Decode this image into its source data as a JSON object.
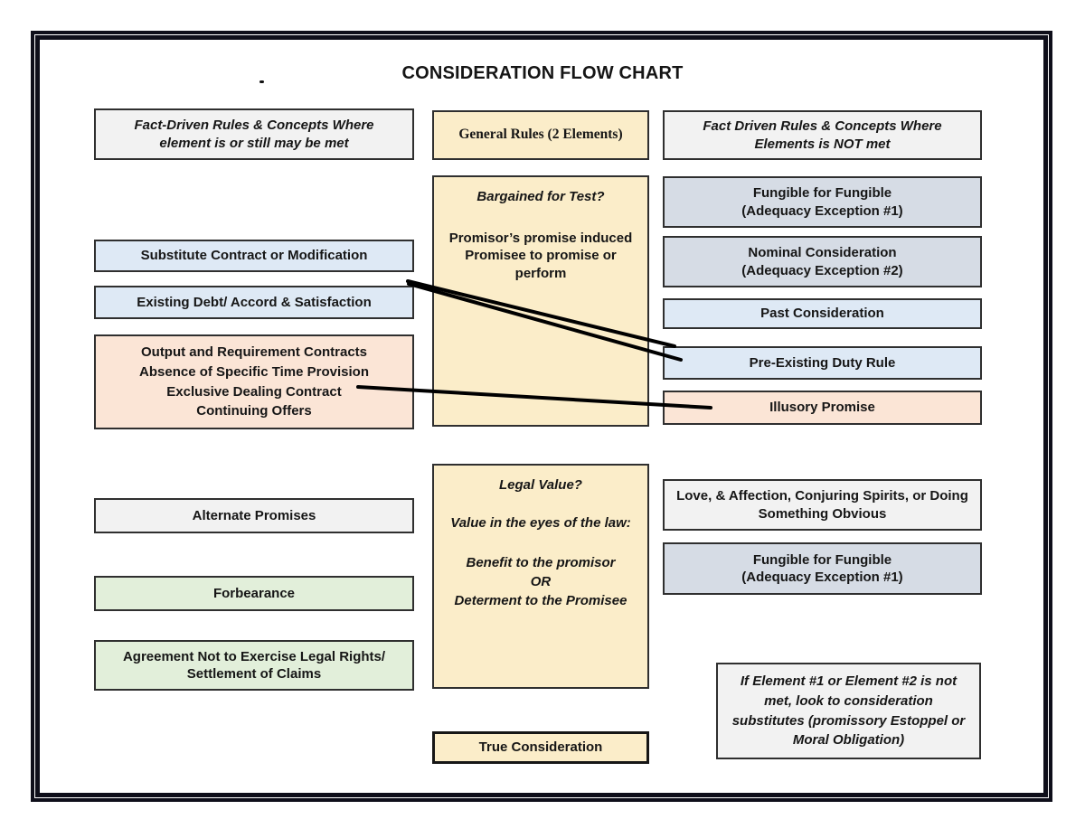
{
  "page": {
    "title": "CONSIDERATION FLOW CHART",
    "stray_mark": "."
  },
  "left_column": {
    "header": "Fact-Driven Rules & Concepts Where\nelement is or still may be met",
    "boxes": {
      "substitute": "Substitute Contract or Modification",
      "existing_debt": "Existing Debt/ Accord & Satisfaction",
      "output_group": "Output and Requirement Contracts\nAbsence of Specific Time Provision\nExclusive Dealing Contract\nContinuing Offers",
      "alternate": "Alternate Promises",
      "forbearance": "Forbearance",
      "agreement": "Agreement Not to Exercise Legal Rights/\nSettlement of Claims"
    }
  },
  "center_column": {
    "header": "General Rules (2 Elements)",
    "bargain_box": {
      "question": "Bargained for Test?",
      "body": "Promisor’s promise induced\nPromisee to promise or\nperform"
    },
    "legal_value_box": {
      "question": "Legal Value?",
      "subtitle": "Value in the eyes of the law:",
      "options": "Benefit to the promisor\nOR\nDeterment to the Promisee"
    },
    "result": "True Consideration"
  },
  "right_column": {
    "header": "Fact Driven Rules & Concepts Where\nElements is NOT met",
    "boxes": {
      "fungible_1": "Fungible for Fungible\n(Adequacy Exception #1)",
      "nominal": "Nominal Consideration\n(Adequacy Exception #2)",
      "past_consideration": "Past Consideration",
      "pre_existing_duty": "Pre-Existing Duty Rule",
      "illusory_promise": "Illusory Promise",
      "love_affection": "Love, & Affection, Conjuring Spirits, or Doing\nSomething Obvious",
      "fungible_2": "Fungible for Fungible\n(Adequacy Exception #1)"
    },
    "note": "If Element #1 or Element #2 is not\nmet, look to consideration\nsubstitutes (promissory Estoppel or\nMoral Obligation)"
  },
  "colors": {
    "cream": "#FBEDC9",
    "light_blue": "#DEE9F5",
    "blue_gray": "#D6DCE5",
    "peach": "#FBE5D6",
    "gray": "#F2F2F2",
    "green": "#E2EFDA",
    "box_border": "#2F2F2F",
    "frame": "#0E0E1A"
  }
}
